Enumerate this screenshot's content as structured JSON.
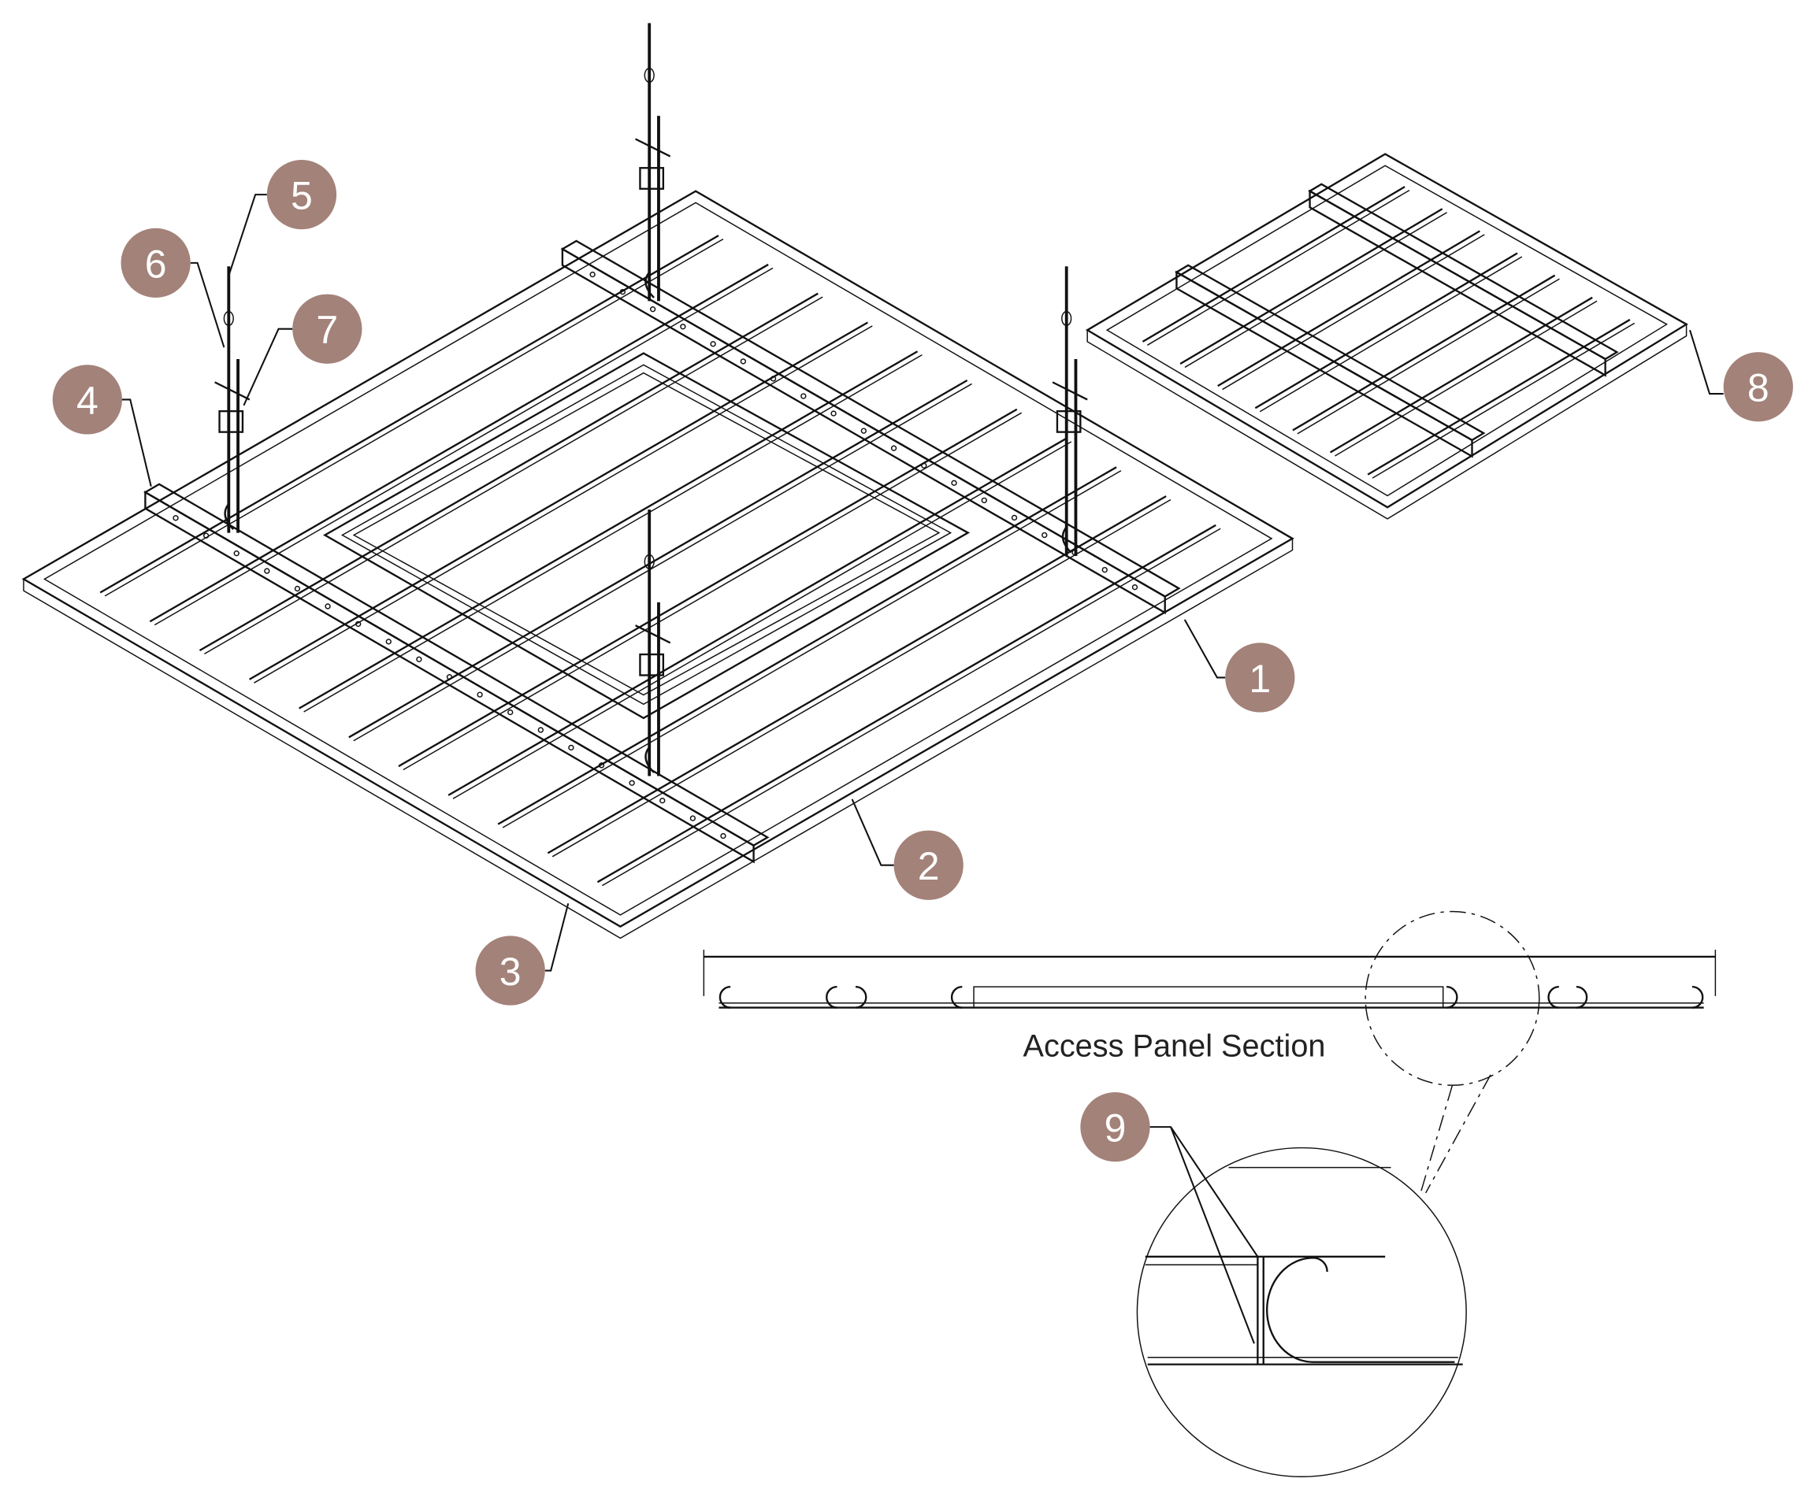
{
  "diagram": {
    "section_label": "Access Panel Section",
    "callouts": [
      {
        "id": "1",
        "label": "1"
      },
      {
        "id": "2",
        "label": "2"
      },
      {
        "id": "3",
        "label": "3"
      },
      {
        "id": "4",
        "label": "4"
      },
      {
        "id": "5",
        "label": "5"
      },
      {
        "id": "6",
        "label": "6"
      },
      {
        "id": "7",
        "label": "7"
      },
      {
        "id": "8",
        "label": "8"
      },
      {
        "id": "9",
        "label": "9"
      }
    ],
    "callout_color": "#a38279"
  }
}
